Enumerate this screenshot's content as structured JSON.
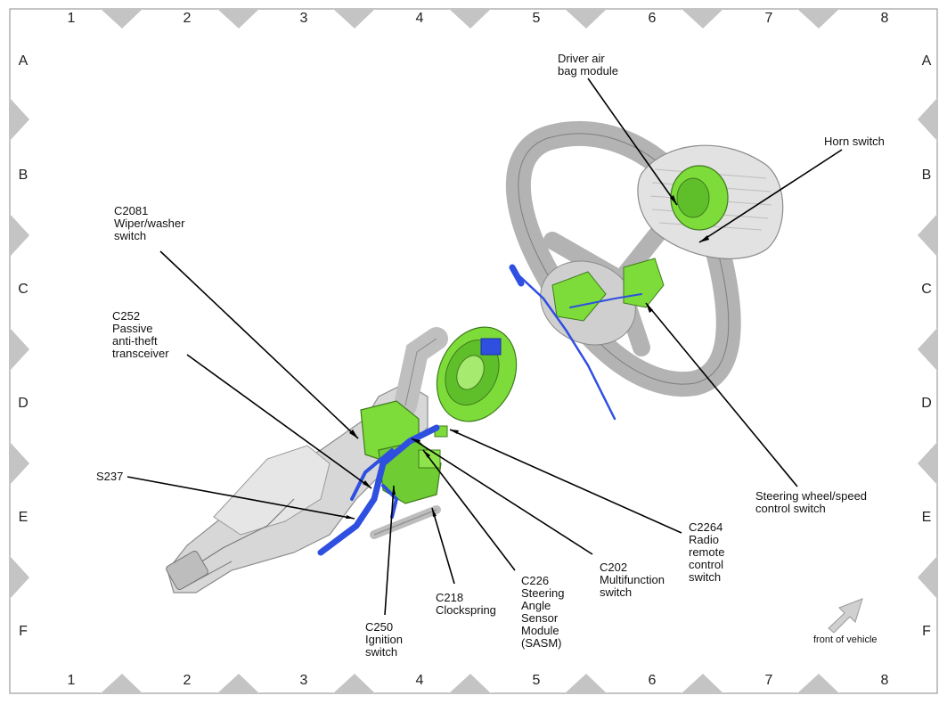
{
  "grid": {
    "columns": [
      "1",
      "2",
      "3",
      "4",
      "5",
      "6",
      "7",
      "8"
    ],
    "rows": [
      "A",
      "B",
      "C",
      "D",
      "E",
      "F"
    ]
  },
  "labels": {
    "driver_air_bag": "Driver air\nbag module",
    "horn_switch": "Horn switch",
    "c2081": "C2081\nWiper/washer\nswitch",
    "c252": "C252\nPassive\nanti-theft\ntransceiver",
    "s237": "S237",
    "steering_wheel_speed": "Steering wheel/speed\ncontrol switch",
    "c2264": "C2264\nRadio\nremote\ncontrol\nswitch",
    "c202": "C202\nMultifunction\nswitch",
    "c226": "C226\nSteering\nAngle\nSensor\nModule\n(SASM)",
    "c218": "C218\nClockspring",
    "c250": "C250\nIgnition\nswitch",
    "front_of_vehicle": "front of vehicle"
  },
  "colors": {
    "component_green": "#7ddc3a",
    "harness_blue": "#2f4fe0",
    "part_gray": "#c9c9c9",
    "border_triangle": "#c4c4c4"
  }
}
